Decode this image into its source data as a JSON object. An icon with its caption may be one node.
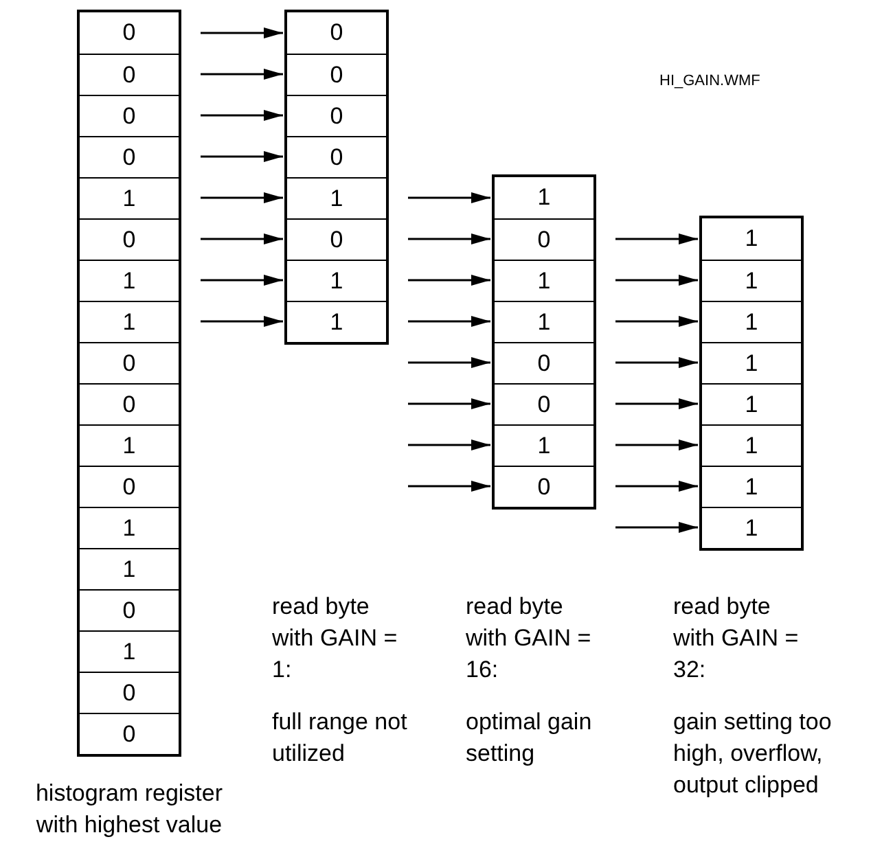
{
  "diagram": {
    "nodes": [
      {
        "text": [],
        "shape": "box",
        "beside": [
          "histogram register with highest value"
        ]
      },
      {
        "text": [
          "0"
        ],
        "in": 0
      },
      {
        "text": [
          "0"
        ],
        "in": 0
      },
      {
        "text": [
          "0"
        ],
        "in": 0
      },
      {
        "text": [
          "0"
        ],
        "in": 0
      },
      {
        "text": [
          "1"
        ],
        "in": 0
      },
      {
        "text": [
          "0"
        ],
        "in": 0
      },
      {
        "text": [
          "1"
        ],
        "in": 0
      },
      {
        "text": [
          "1"
        ],
        "in": 0
      },
      {
        "text": [
          "0"
        ],
        "in": 0
      },
      {
        "text": [
          "0"
        ],
        "in": 0
      },
      {
        "text": [
          "1"
        ],
        "in": 0
      },
      {
        "text": [
          "0"
        ],
        "in": 0
      },
      {
        "text": [
          "1"
        ],
        "in": 0
      },
      {
        "text": [
          "1"
        ],
        "in": 0
      },
      {
        "text": [
          "0"
        ],
        "in": 0
      },
      {
        "text": [
          "1"
        ],
        "in": 0
      },
      {
        "text": [
          "0"
        ],
        "in": 0
      },
      {
        "text": [
          "0"
        ],
        "in": 0
      },
      {
        "text": [],
        "shape": "box",
        "beside": [
          "read byte with GAIN = 1:",
          "full range not utilized"
        ]
      },
      {
        "text": [
          "0"
        ],
        "in": 19
      },
      {
        "text": [
          "0"
        ],
        "in": 19
      },
      {
        "text": [
          "0"
        ],
        "in": 19
      },
      {
        "text": [
          "0"
        ],
        "in": 19
      },
      {
        "text": [
          "1"
        ],
        "in": 19
      },
      {
        "text": [
          "0"
        ],
        "in": 19
      },
      {
        "text": [
          "1"
        ],
        "in": 19
      },
      {
        "text": [
          "1"
        ],
        "in": 19
      },
      {
        "text": [],
        "shape": "box",
        "beside": [
          "read byte with GAIN = 16:",
          "optimal gain setting"
        ]
      },
      {
        "text": [
          "1"
        ],
        "in": 28
      },
      {
        "text": [
          "0"
        ],
        "in": 28
      },
      {
        "text": [
          "1"
        ],
        "in": 28
      },
      {
        "text": [
          "1"
        ],
        "in": 28
      },
      {
        "text": [
          "0"
        ],
        "in": 28
      },
      {
        "text": [
          "0"
        ],
        "in": 28
      },
      {
        "text": [
          "1"
        ],
        "in": 28
      },
      {
        "text": [
          "0"
        ],
        "in": 28
      },
      {
        "text": [],
        "shape": "box",
        "beside": [
          "read byte with GAIN = 32:",
          "gain setting too high, overflow, output clipped"
        ]
      },
      {
        "text": [
          "1"
        ],
        "in": 37
      },
      {
        "text": [
          "1"
        ],
        "in": 37
      },
      {
        "text": [
          "1"
        ],
        "in": 37
      },
      {
        "text": [
          "1"
        ],
        "in": 37
      },
      {
        "text": [
          "1"
        ],
        "in": 37
      },
      {
        "text": [
          "1"
        ],
        "in": 37
      },
      {
        "text": [
          "1"
        ],
        "in": 37
      },
      {
        "text": [
          "1"
        ],
        "in": 37
      }
    ],
    "edges": [
      {
        "from": null,
        "to": 20,
        "arrow": "to"
      },
      {
        "from": null,
        "to": 21,
        "arrow": "to"
      },
      {
        "from": null,
        "to": 22,
        "arrow": "to"
      },
      {
        "from": null,
        "to": 23,
        "arrow": "to"
      },
      {
        "from": null,
        "to": 24,
        "arrow": "to"
      },
      {
        "from": null,
        "to": 25,
        "arrow": "to"
      },
      {
        "from": null,
        "to": 26,
        "arrow": "to"
      },
      {
        "from": null,
        "to": 27,
        "arrow": "to"
      },
      {
        "from": null,
        "to": 29,
        "arrow": "to"
      },
      {
        "from": null,
        "to": 30,
        "arrow": "to"
      },
      {
        "from": null,
        "to": 31,
        "arrow": "to"
      },
      {
        "from": null,
        "to": 32,
        "arrow": "to"
      },
      {
        "from": null,
        "to": 33,
        "arrow": "to"
      },
      {
        "from": null,
        "to": 34,
        "arrow": "to"
      },
      {
        "from": null,
        "to": 35,
        "arrow": "to"
      },
      {
        "from": null,
        "to": 36,
        "arrow": "to"
      },
      {
        "from": null,
        "to": 38,
        "arrow": "to"
      },
      {
        "from": null,
        "to": 39,
        "arrow": "to"
      },
      {
        "from": null,
        "to": 40,
        "arrow": "to"
      },
      {
        "from": null,
        "to": 41,
        "arrow": "to"
      },
      {
        "from": null,
        "to": 42,
        "arrow": "to"
      },
      {
        "from": null,
        "to": 43,
        "arrow": "to"
      },
      {
        "from": null,
        "to": 44,
        "arrow": "to"
      },
      {
        "from": null,
        "to": 45,
        "arrow": "to"
      }
    ],
    "labels": [
      "HI_GAIN.WMF"
    ]
  }
}
